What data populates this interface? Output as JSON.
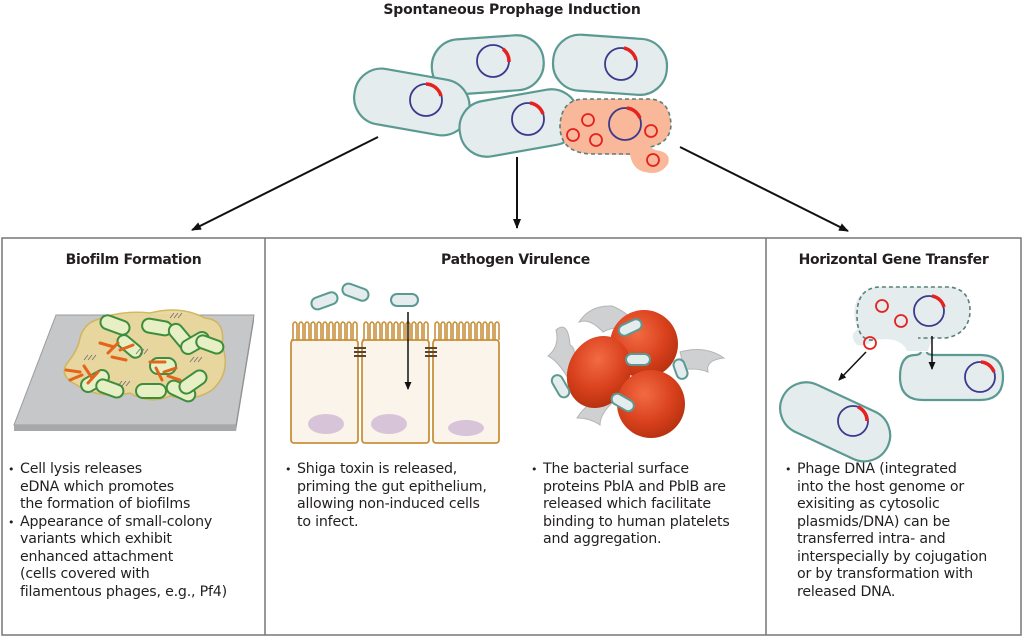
{
  "title": "Spontaneous Prophage Induction",
  "colors": {
    "cell_fill": "#e4ecee",
    "cell_stroke": "#5b9a92",
    "dna_ring": "#3b3a8c",
    "prophage": "#e5221f",
    "lysed_cell": "#f8b899",
    "box_border": "#777777"
  },
  "panels": [
    {
      "id": "biofilm",
      "title": "Biofilm Formation",
      "bullets": [
        "Cell lysis releases\neDNA which promotes\nthe formation of biofilms",
        "Appearance of small-colony\nvariants which exhibit\nenhanced attachment\n(cells covered with\nfilamentous phages, e.g., Pf4)"
      ]
    },
    {
      "id": "virulence",
      "title": "Pathogen Virulence",
      "bullets_left": [
        "Shiga toxin is released,\npriming the gut epithelium,\nallowing non-induced cells\nto infect."
      ],
      "bullets_right": [
        "The bacterial surface\nproteins PblA and PblB are\nreleased which facilitate\nbinding to human platelets\nand aggregation."
      ]
    },
    {
      "id": "hgt",
      "title": "Horizontal Gene Transfer",
      "bullets": [
        "Phage DNA (integrated\ninto the host genome or\nexisiting as cytosolic\nplasmids/DNA) can be\ntransferred intra- and\ninterspecially by cojugation\nor by transformation with\nreleased DNA."
      ]
    }
  ]
}
